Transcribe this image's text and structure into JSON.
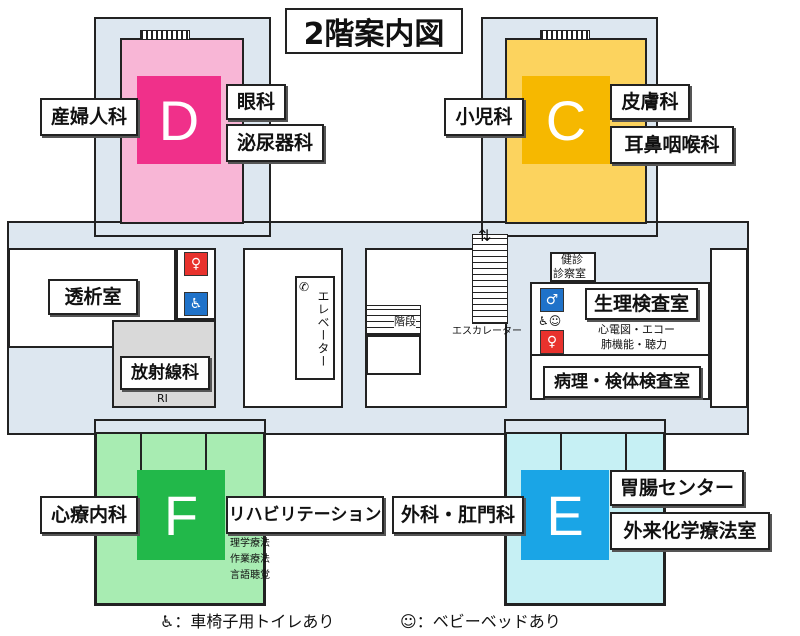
{
  "title": "2階案内図",
  "wings": {
    "D": {
      "letter": "D",
      "color": "#f0308a",
      "fill": "#f8b6d6",
      "labels": [
        "産婦人科",
        "眼科",
        "泌尿器科"
      ]
    },
    "C": {
      "letter": "C",
      "color": "#f6b800",
      "fill": "#fcd35e",
      "labels": [
        "小児科",
        "皮膚科",
        "耳鼻咽喉科"
      ]
    },
    "F": {
      "letter": "F",
      "color": "#22b84a",
      "fill": "#a8ecb2",
      "labels": [
        "心療内科",
        "リハビリテーション"
      ],
      "sub": [
        "理学療法",
        "作業療法",
        "言語聴覚"
      ]
    },
    "E": {
      "letter": "E",
      "color": "#1aa5e6",
      "fill": "#c6f0f4",
      "labels": [
        "外科・肛門科",
        "胃腸センター",
        "外来化学療法室"
      ]
    }
  },
  "rooms": {
    "dialysis": "透析室",
    "radiology": "放射線科",
    "ri": "RI",
    "elevator": "エレベーター",
    "stairs": "階段",
    "escalator": "エスカレーター",
    "health_check_1": "健診",
    "health_check_2": "診察室",
    "physiology": "生理検査室",
    "physiology_sub_1": "心電図・エコー",
    "physiology_sub_2": "肺機能・聴力",
    "pathology": "病理・検体検査室"
  },
  "legend": {
    "wheelchair": "：車椅子用トイレあり",
    "baby_bed": "：ベビーベッドあり"
  },
  "colors": {
    "corridor": "#dde7f0",
    "female_wc": "#e8322d",
    "male_wc": "#1f72c9",
    "gray": "#d9d9d9"
  }
}
